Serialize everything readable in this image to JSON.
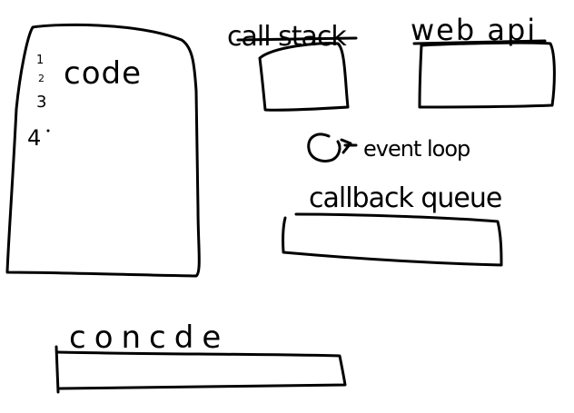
{
  "labels": {
    "code": "code",
    "call_stack": "call stack",
    "web_api": "web api",
    "event_loop": "event loop",
    "callback_queue": "callback queue",
    "console": "concde"
  },
  "line_numbers": [
    "1",
    "2",
    "3",
    "4"
  ],
  "colors": {
    "ink": "#000000",
    "background": "#ffffff"
  }
}
